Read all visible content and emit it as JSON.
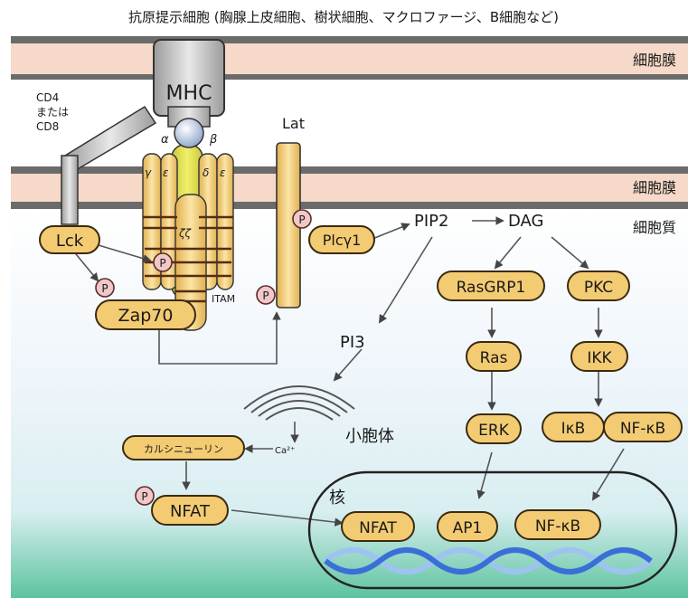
{
  "header": {
    "title": "抗原提示細胞 (胸腺上皮細胞、樹状細胞、マクロファージ、B細胞など)"
  },
  "regions": {
    "membrane_top": "細胞膜",
    "membrane_t": "細胞膜",
    "cytoplasm": "細胞質",
    "nucleus": "核"
  },
  "receptors": {
    "mhc": "MHC",
    "cd4_line1": "CD4",
    "cd4_line2": "または",
    "cd4_line3": "CD8",
    "alpha": "α",
    "beta": "β",
    "gamma": "γ",
    "epsilon1": "ε",
    "delta": "δ",
    "epsilon2": "ε",
    "zeta": "ζζ",
    "itam": "ITAM",
    "lat": "Lat"
  },
  "molecules": {
    "lck": "Lck",
    "zap70": "Zap70",
    "plcg1": "Plcγ1",
    "pip2": "PIP2",
    "dag": "DAG",
    "pi3": "PI3",
    "rasgrp1": "RasGRP1",
    "pkc": "PKC",
    "ras": "Ras",
    "ikk": "IKK",
    "erk": "ERK",
    "ikb": "IκB",
    "nfkb": "NF-κB",
    "er": "小胞体",
    "ca": "Ca²⁺",
    "calcineurin": "カルシニューリン",
    "nfat_cyto": "NFAT",
    "nfat_nuc": "NFAT",
    "ap1": "AP1",
    "nfkb_nuc": "NF-κB",
    "phospho": "P"
  },
  "colors": {
    "membrane_band": "#f6d9c8",
    "membrane_line": "#6b6b6b",
    "protein": "#f3cb72",
    "phospho": "#f2c7c7",
    "dna": "#3a6fd8",
    "cytoplasm_bottom": "#4fbf97"
  }
}
